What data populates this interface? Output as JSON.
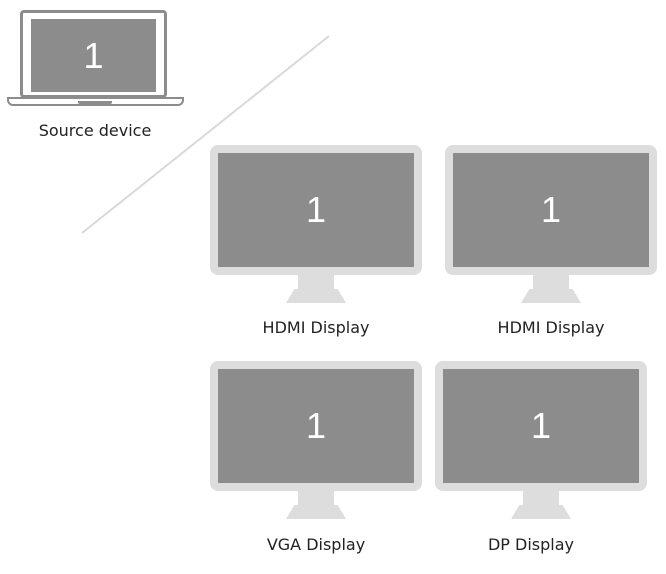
{
  "source": {
    "label": "Source device",
    "screen_number": "1"
  },
  "displays": [
    {
      "label": "HDMI Display",
      "screen_number": "1"
    },
    {
      "label": "HDMI Display",
      "screen_number": "1"
    },
    {
      "label": "VGA Display",
      "screen_number": "1"
    },
    {
      "label": "DP Display",
      "screen_number": "1"
    }
  ],
  "colors": {
    "screen": "#8c8c8c",
    "bezel": "#dddddd",
    "line": "#d9d9d9"
  }
}
